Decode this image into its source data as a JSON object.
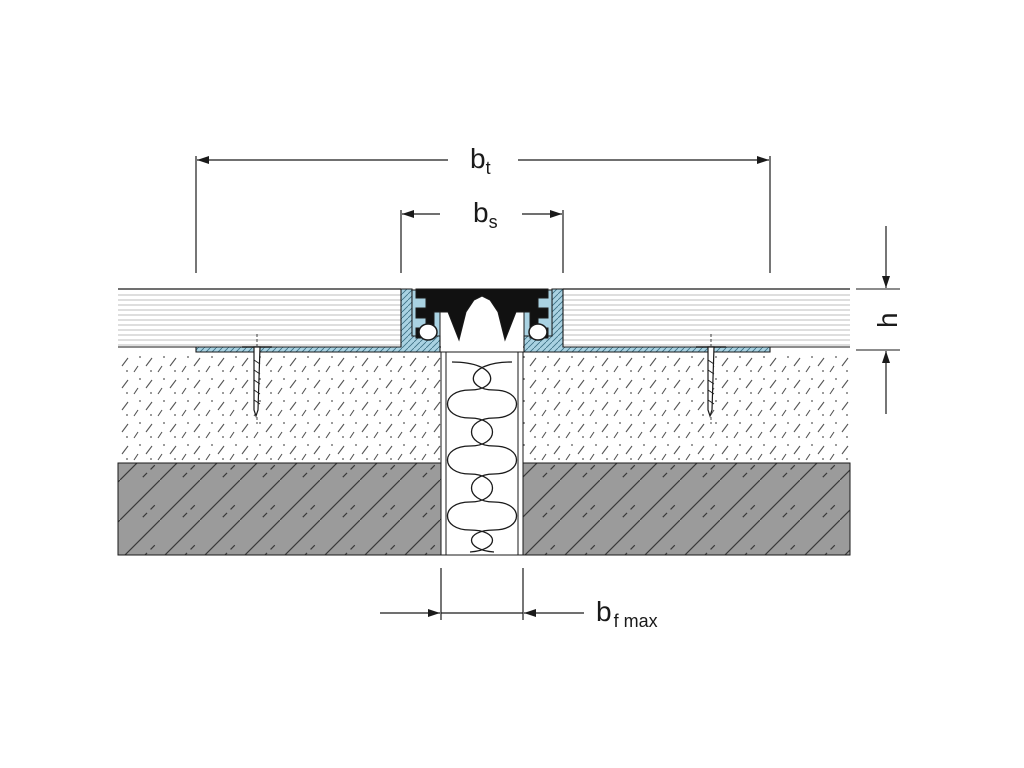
{
  "dimensions": {
    "total_width": {
      "symbol": "b",
      "subscript": "t"
    },
    "seal_width": {
      "symbol": "b",
      "subscript": "s"
    },
    "joint_width_max": {
      "symbol": "b",
      "subscript": "f max"
    },
    "height": {
      "symbol": "h"
    }
  },
  "colors": {
    "profile": "#a9d2e2",
    "seal_insert": "#111111",
    "screed": "#ffffff",
    "concrete": "#9b9b9b",
    "tile_lines": "#bdbdbd",
    "outline": "#1a1a1a"
  }
}
